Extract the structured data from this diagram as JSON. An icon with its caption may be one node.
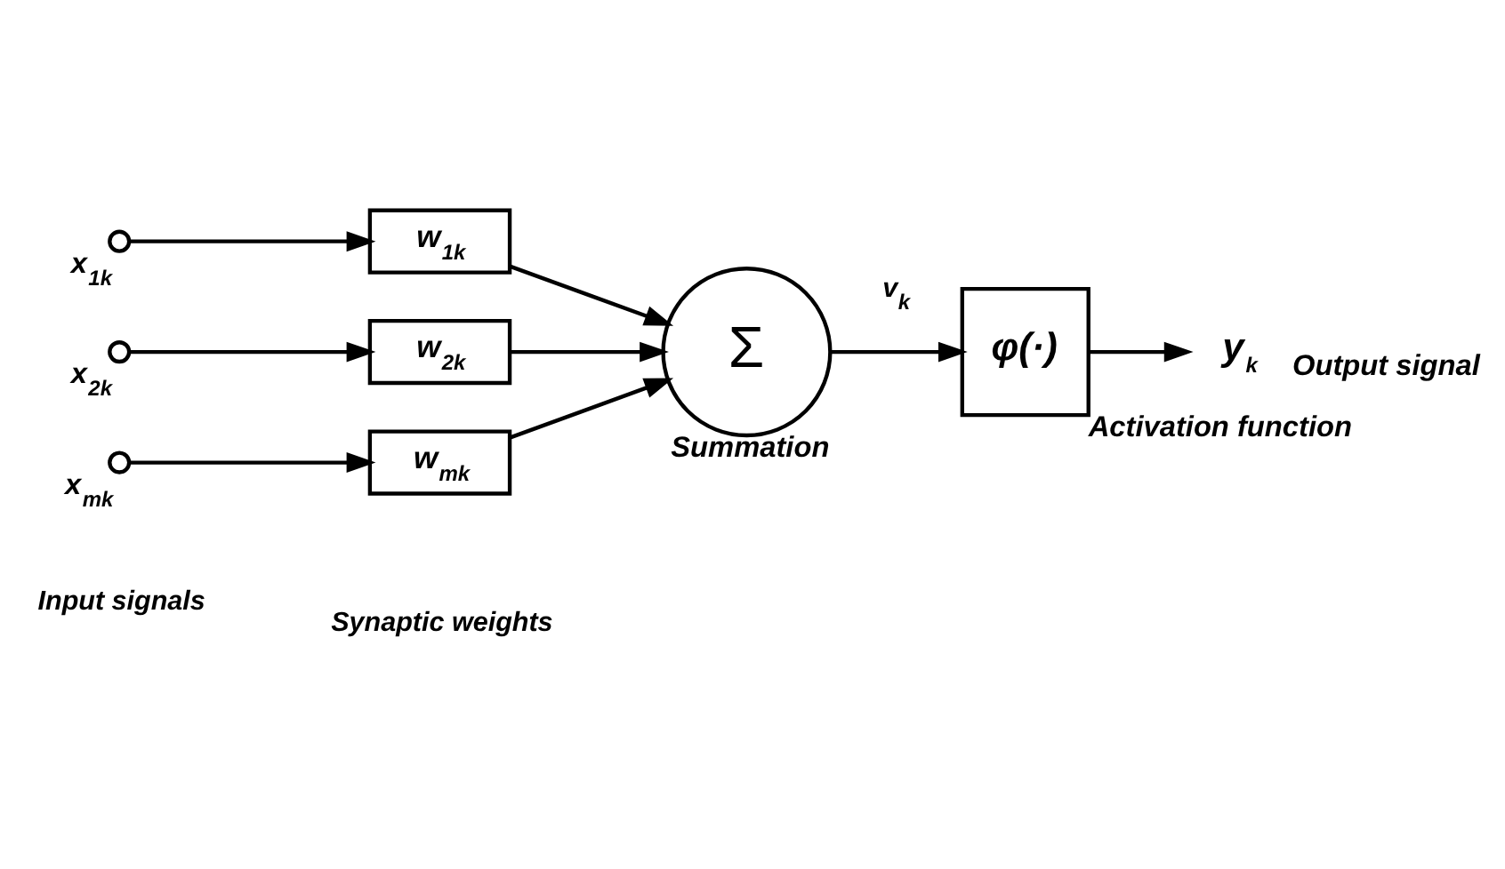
{
  "diagram": {
    "nodes": [
      {
        "text": [],
        "shape": "circle",
        "beside": [
          "x$_{1k}$"
        ]
      },
      {
        "text": [
          "w$_{1k}$"
        ]
      },
      {
        "text": [],
        "shape": "circle",
        "beside": [
          "x$_{2k}$"
        ]
      },
      {
        "text": [
          "w$_{2k}$"
        ]
      },
      {
        "text": [],
        "shape": "circle",
        "beside": [
          "x$_{mk}$"
        ]
      },
      {
        "text": [
          "w$_{mk}$"
        ]
      },
      {
        "text": [
          "Σ"
        ],
        "beside": [
          "Summation"
        ]
      },
      {
        "text": [
          "φ(·)"
        ],
        "beside": [
          "Activation function"
        ]
      },
      {
        "text": [
          "y$_{k}$"
        ],
        "beside": [
          "Output signal"
        ]
      }
    ],
    "edges": [
      {
        "from": 0,
        "to": 1,
        "arrow": "to"
      },
      {
        "from": 2,
        "to": 3,
        "arrow": "to"
      },
      {
        "from": 4,
        "to": 5,
        "arrow": "to"
      },
      {
        "from": 1,
        "to": 6,
        "arrow": "to"
      },
      {
        "from": 3,
        "to": 6,
        "arrow": "to"
      },
      {
        "from": 5,
        "to": 6,
        "arrow": "to"
      },
      {
        "from": 6,
        "to": 7,
        "arrow": "to",
        "label": "v$_{k}$"
      },
      {
        "from": 7,
        "to": 8,
        "arrow": "to"
      }
    ],
    "labels": [
      "Input signals",
      "Synaptic weights"
    ]
  }
}
